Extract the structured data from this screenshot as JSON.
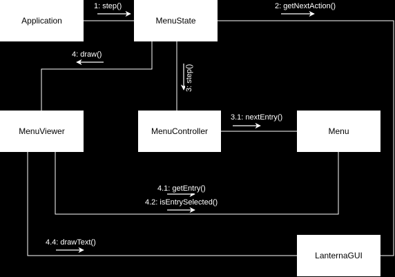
{
  "diagram": {
    "colors": {
      "background": "#000000",
      "node_fill": "#ffffff",
      "node_text": "#000000",
      "line": "#ffffff"
    },
    "nodes": {
      "application": "Application",
      "menu_state": "MenuState",
      "menu_viewer": "MenuViewer",
      "menu_controller": "MenuController",
      "menu": "Menu",
      "lanterna_gui": "LanternaGUI"
    },
    "messages": {
      "step_1": "1: step()",
      "get_next_action": "2: getNextAction()",
      "draw": "4: draw()",
      "step_3": "3: step()",
      "next_entry": "3.1: nextEntry()",
      "get_entry": "4.1: getEntry()",
      "is_entry_selected": "4.2: isEntrySelected()",
      "draw_text": "4.4: drawText()"
    }
  }
}
